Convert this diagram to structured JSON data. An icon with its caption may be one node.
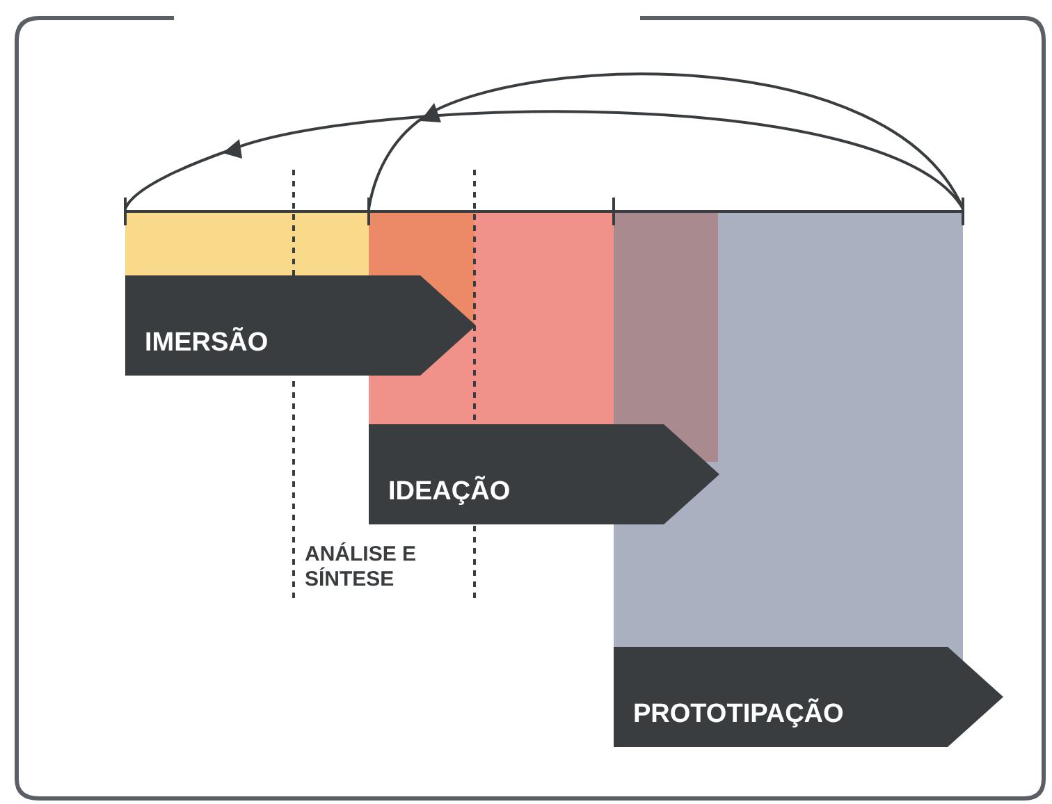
{
  "diagram": {
    "nodes": [
      {
        "text": [
          "IMERSÃO"
        ]
      },
      {
        "text": [
          "IDEAÇÃO"
        ]
      },
      {
        "text": [
          "PROTOTIPAÇÃO"
        ]
      }
    ],
    "labels": [
      "ANÁLISE E SÍNTESE"
    ]
  }
}
